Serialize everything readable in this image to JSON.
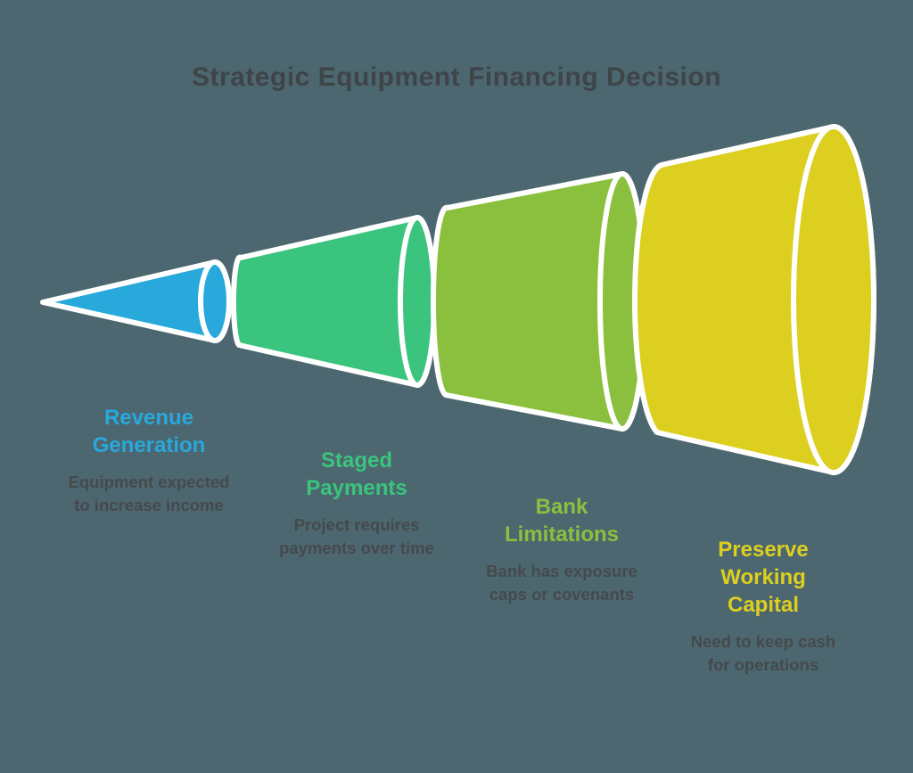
{
  "page": {
    "background_color": "#4c6770"
  },
  "title": {
    "text": "Strategic Equipment Financing Decision",
    "color": "#3e4448"
  },
  "funnel": {
    "type": "horizontal-cone-funnel",
    "outline_color": "#ffffff",
    "description_color": "#45494c",
    "segments": [
      {
        "id": "revenue-generation",
        "color": "#29a8dc",
        "heading": "Revenue\nGeneration",
        "description": "Equipment expected\nto increase income"
      },
      {
        "id": "staged-payments",
        "color": "#3ac47d",
        "heading": "Staged\nPayments",
        "description": "Project requires\npayments over time"
      },
      {
        "id": "bank-limitations",
        "color": "#8bc03e",
        "heading": "Bank\nLimitations",
        "description": "Bank has exposure\ncaps or covenants"
      },
      {
        "id": "preserve-working-capital",
        "color": "#ddcf1f",
        "heading": "Preserve\nWorking\nCapital",
        "description": "Need to keep cash\nfor operations"
      }
    ]
  }
}
